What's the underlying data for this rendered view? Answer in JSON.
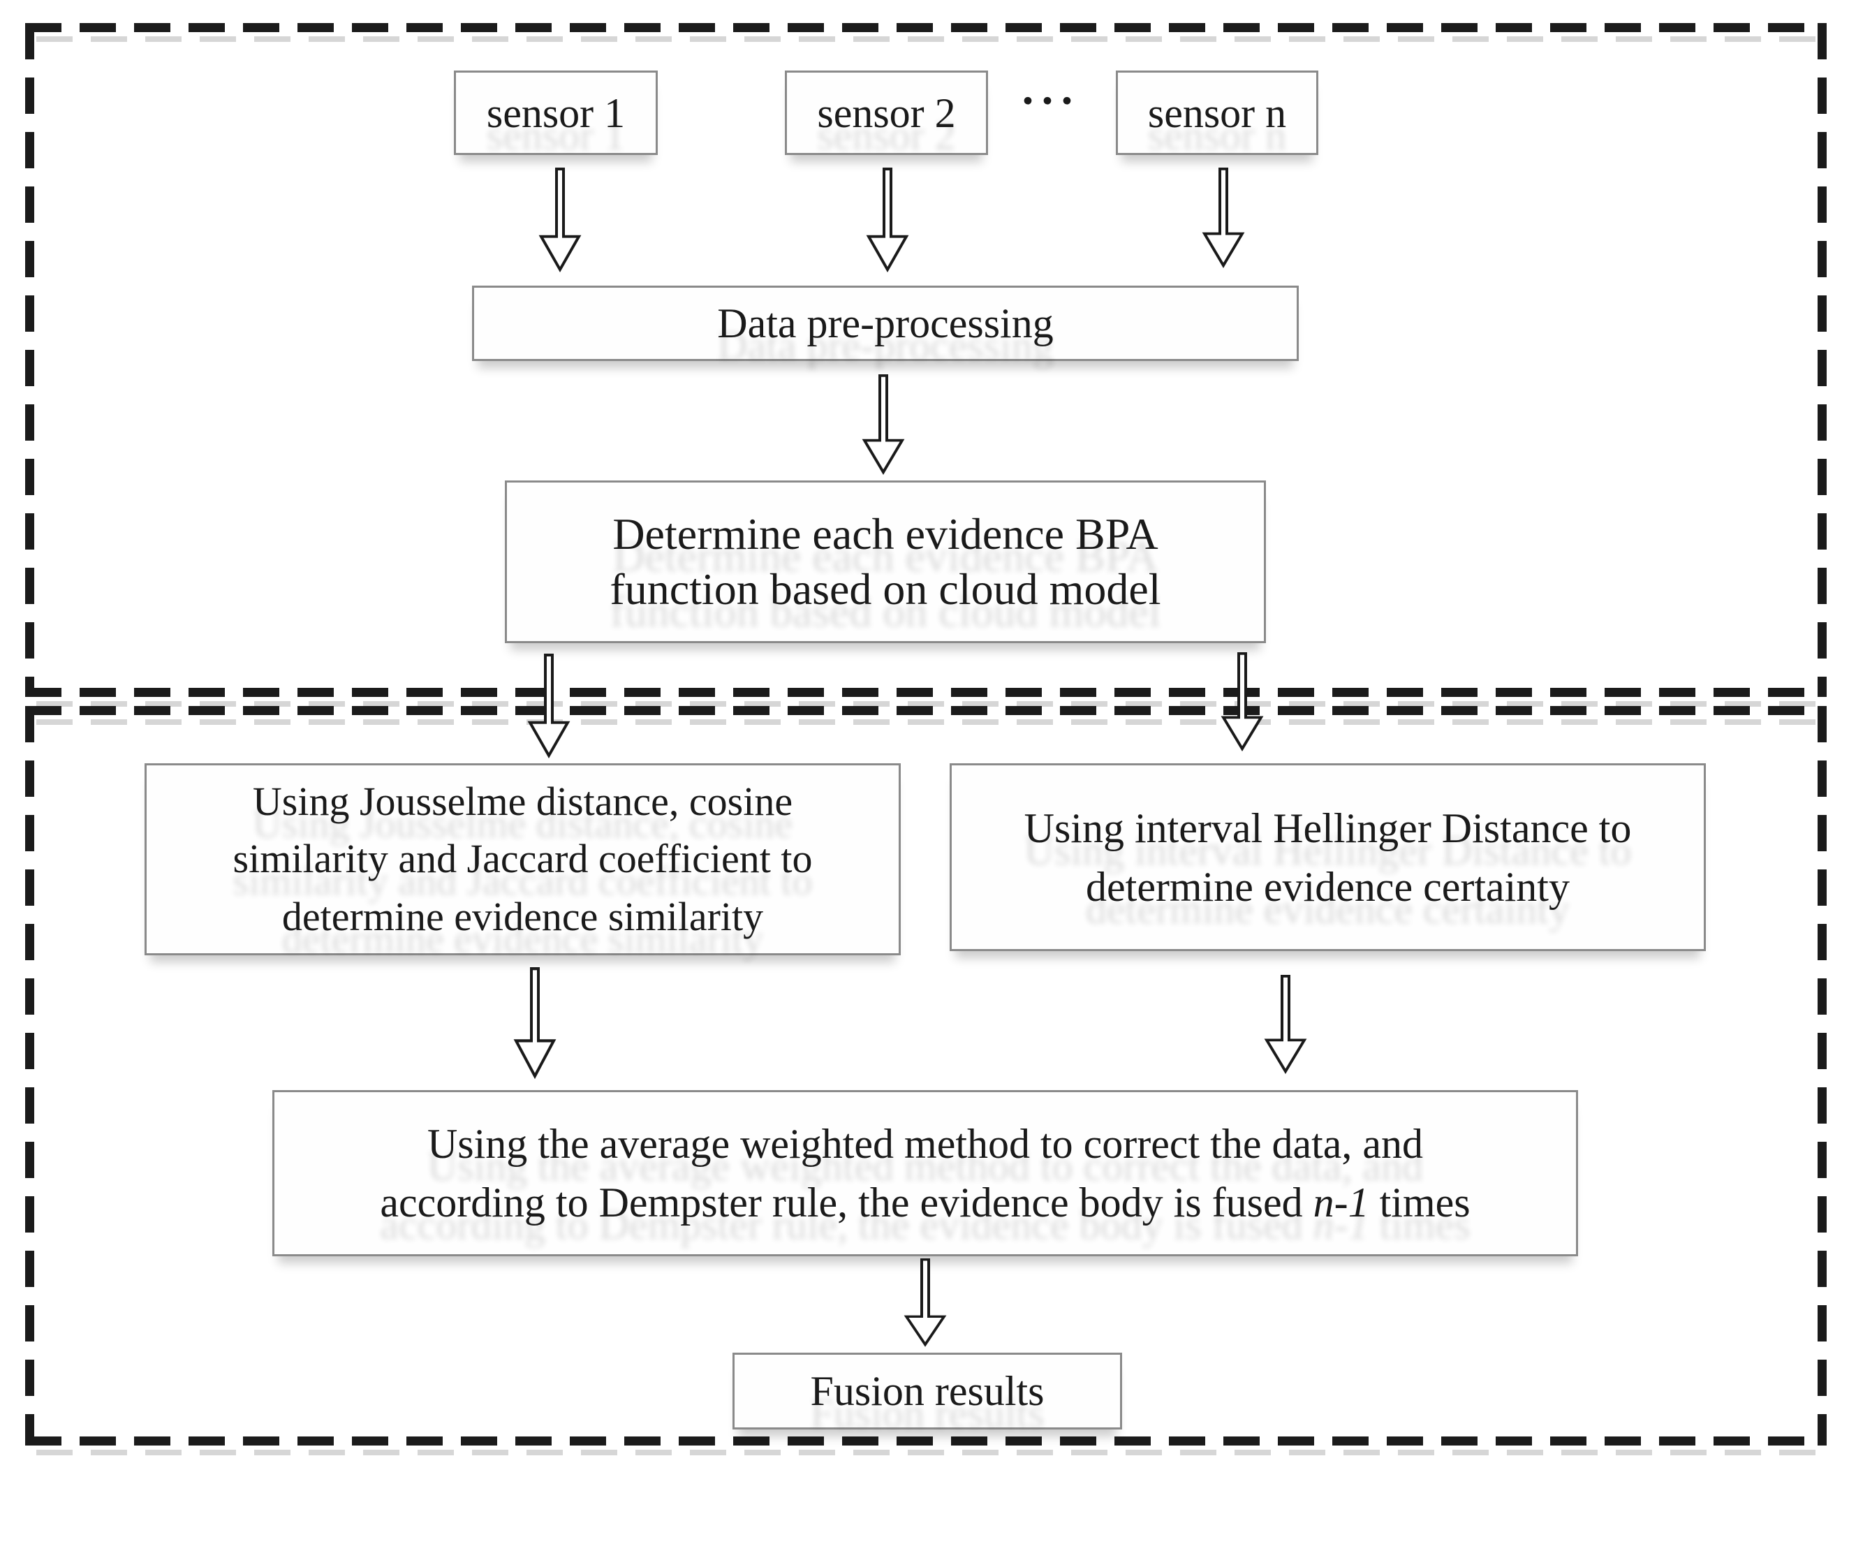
{
  "figure": {
    "sensor_boxes": [
      "sensor 1",
      "sensor 2",
      "sensor n"
    ],
    "ellipsis": "···",
    "preprocessing_box": "Data pre-processing",
    "bpa_box": {
      "lines": [
        "Determine each evidence BPA",
        "function based on cloud model"
      ]
    },
    "similarity_box": {
      "lines": [
        "Using Jousselme distance, cosine",
        "similarity and Jaccard coefficient to",
        "determine evidence similarity"
      ]
    },
    "certainty_box": {
      "lines": [
        "Using interval Hellinger Distance to",
        "determine evidence certainty"
      ]
    },
    "fusion_rule_box": {
      "line1": "Using the average weighted method to correct the data, and",
      "line2_prefix": "according to Dempster rule, the evidence body is fused ",
      "line2_italic": "n-1",
      "line2_suffix": " times"
    },
    "fusion_results_box": "Fusion results",
    "colors": {
      "ink": "#1a1a1a",
      "box_border": "#8a8a8a",
      "dash": "#1b1b1b",
      "dash_echo": "#d6d6d6",
      "background": "#ffffff"
    }
  }
}
